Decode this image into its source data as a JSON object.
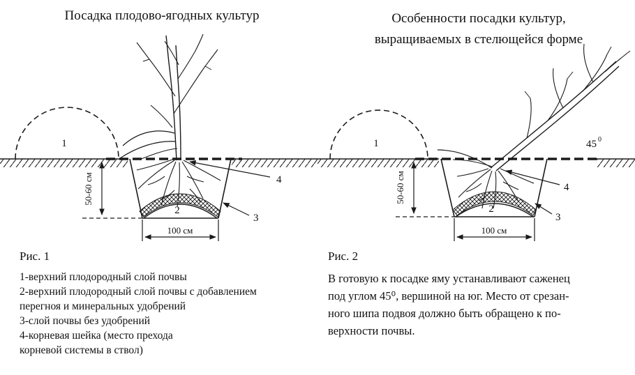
{
  "colors": {
    "ink": "#1a1a1a",
    "background": "#ffffff"
  },
  "fig1": {
    "title": "Посадка плодово-ягодных культур",
    "caption": "Рис. 1",
    "legend_lines": [
      "1-верхний плодородный слой почвы",
      "2-верхний плодородный слой почвы с добавлением",
      "перегноя и минеральных удобрений",
      "3-слой почвы без удобрений",
      "4-корневая шейка (место прехода",
      "корневой системы в ствол)"
    ],
    "labels": {
      "zone1": "1",
      "zone2": "2",
      "zone3": "3",
      "zone4": "4",
      "depth": "50-60 см",
      "width": "100 см"
    }
  },
  "fig2": {
    "title_lines": [
      "Особенности посадки культур,",
      "выращиваемых в стелющейся форме"
    ],
    "caption": "Рис. 2",
    "body_lines": [
      "В готовую к посадке яму устанавливают саженец",
      "под углом 45⁰, вершиной на юг. Место от срезан-",
      "ного шипа подвоя должно быть обращено к по-",
      "верхности почвы."
    ],
    "labels": {
      "zone1": "1",
      "zone2": "2",
      "zone3": "3",
      "zone4": "4",
      "angle": "45",
      "angle_sup": "0",
      "depth": "50-60 см",
      "width": "100 см"
    }
  }
}
